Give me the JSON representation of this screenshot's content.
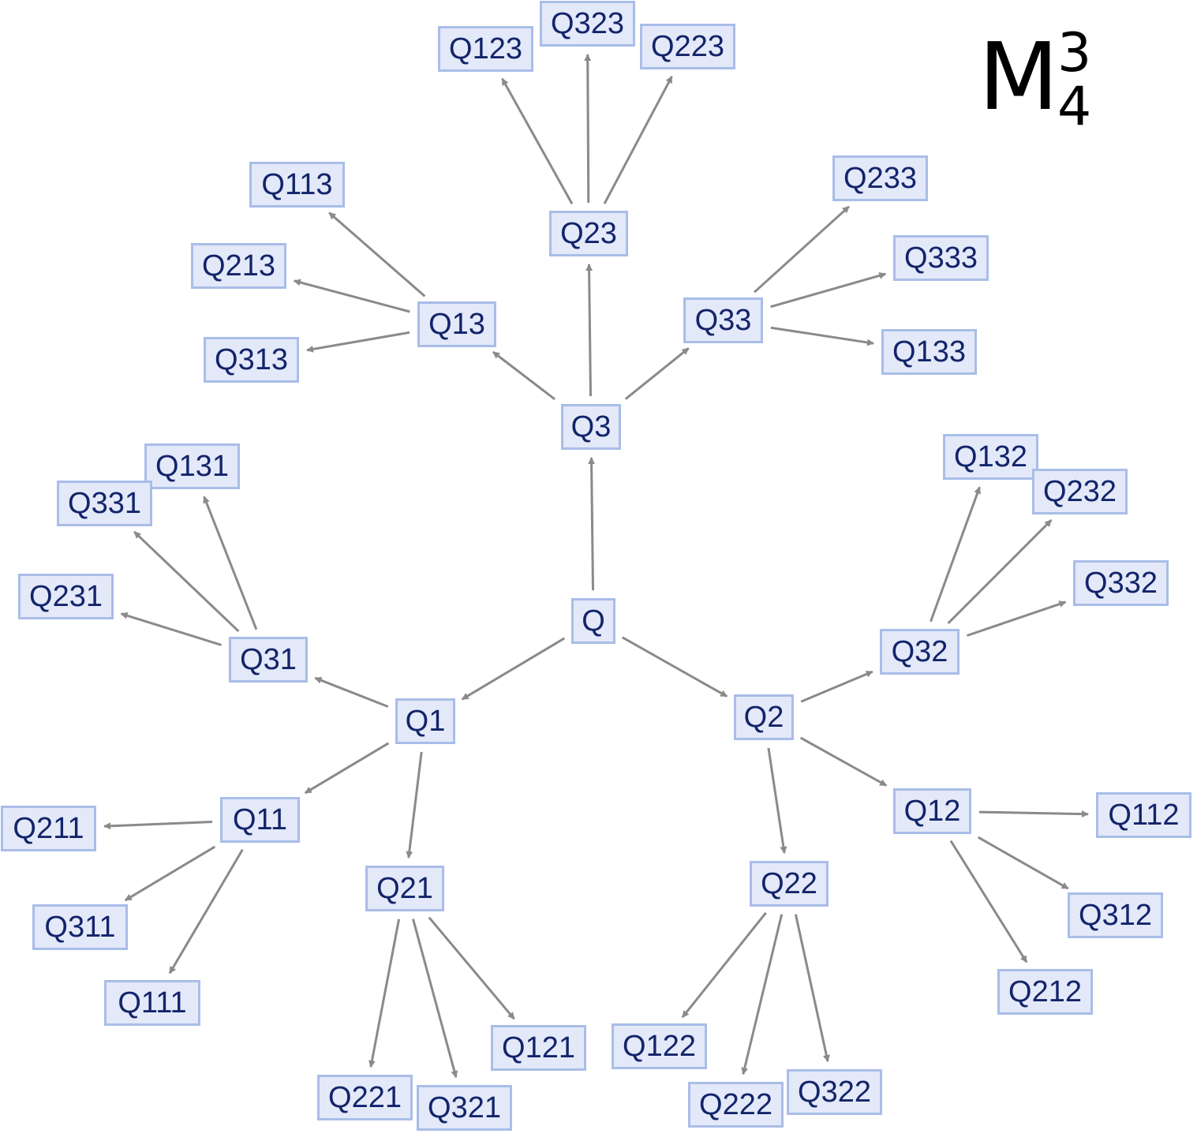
{
  "title": {
    "base": "M",
    "superscript": "3",
    "subscript": "4"
  },
  "colors": {
    "node_fill": "#e3e9f8",
    "node_border": "#a9bde8",
    "node_text": "#13246b",
    "edge": "#8a8a8a"
  },
  "nodes": [
    "Q",
    "Q1",
    "Q2",
    "Q3",
    "Q11",
    "Q21",
    "Q31",
    "Q12",
    "Q22",
    "Q32",
    "Q13",
    "Q23",
    "Q33",
    "Q111",
    "Q211",
    "Q311",
    "Q121",
    "Q221",
    "Q321",
    "Q131",
    "Q231",
    "Q331",
    "Q112",
    "Q212",
    "Q312",
    "Q122",
    "Q222",
    "Q322",
    "Q132",
    "Q232",
    "Q332",
    "Q113",
    "Q213",
    "Q313",
    "Q123",
    "Q223",
    "Q323",
    "Q133",
    "Q233",
    "Q333"
  ],
  "edges": [
    [
      "Q",
      "Q1"
    ],
    [
      "Q",
      "Q2"
    ],
    [
      "Q",
      "Q3"
    ],
    [
      "Q1",
      "Q11"
    ],
    [
      "Q1",
      "Q21"
    ],
    [
      "Q1",
      "Q31"
    ],
    [
      "Q2",
      "Q12"
    ],
    [
      "Q2",
      "Q22"
    ],
    [
      "Q2",
      "Q32"
    ],
    [
      "Q3",
      "Q13"
    ],
    [
      "Q3",
      "Q23"
    ],
    [
      "Q3",
      "Q33"
    ],
    [
      "Q11",
      "Q111"
    ],
    [
      "Q11",
      "Q211"
    ],
    [
      "Q11",
      "Q311"
    ],
    [
      "Q21",
      "Q121"
    ],
    [
      "Q21",
      "Q221"
    ],
    [
      "Q21",
      "Q321"
    ],
    [
      "Q31",
      "Q131"
    ],
    [
      "Q31",
      "Q231"
    ],
    [
      "Q31",
      "Q331"
    ],
    [
      "Q12",
      "Q112"
    ],
    [
      "Q12",
      "Q212"
    ],
    [
      "Q12",
      "Q312"
    ],
    [
      "Q22",
      "Q122"
    ],
    [
      "Q22",
      "Q222"
    ],
    [
      "Q22",
      "Q322"
    ],
    [
      "Q32",
      "Q132"
    ],
    [
      "Q32",
      "Q232"
    ],
    [
      "Q32",
      "Q332"
    ],
    [
      "Q13",
      "Q113"
    ],
    [
      "Q13",
      "Q213"
    ],
    [
      "Q13",
      "Q313"
    ],
    [
      "Q23",
      "Q123"
    ],
    [
      "Q23",
      "Q223"
    ],
    [
      "Q23",
      "Q323"
    ],
    [
      "Q33",
      "Q133"
    ],
    [
      "Q33",
      "Q233"
    ],
    [
      "Q33",
      "Q333"
    ]
  ]
}
